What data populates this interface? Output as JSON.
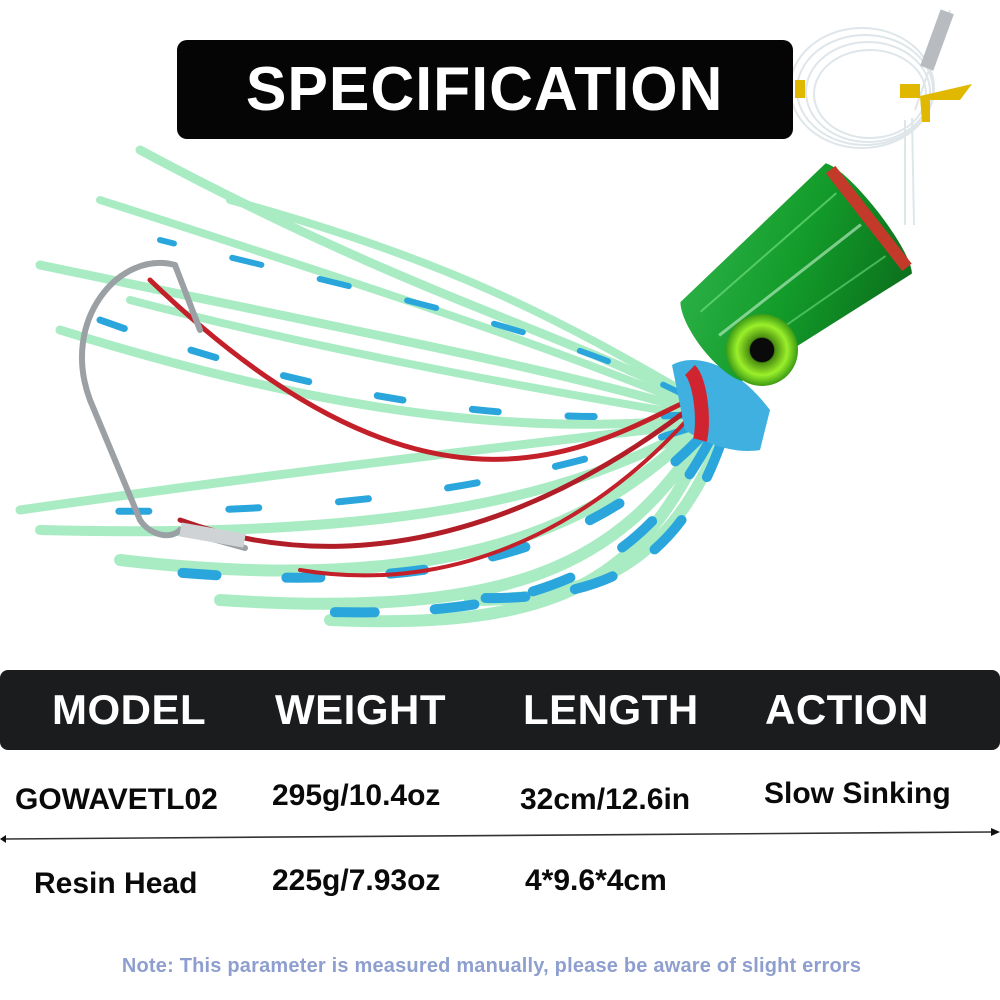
{
  "title": "SPECIFICATION",
  "spec_table": {
    "headers": [
      "MODEL",
      "WEIGHT",
      "LENGTH",
      "ACTION"
    ],
    "rows": [
      [
        "GOWAVETL02",
        "295g/10.4oz",
        "32cm/12.6in",
        "Slow Sinking"
      ],
      [
        "Resin Head",
        "225g/7.93oz",
        "4*9.6*4cm",
        ""
      ]
    ]
  },
  "note": "Note: This parameter is measured manually, please be aware of slight errors",
  "product_image": {
    "subject": "trolling-lure",
    "parts": [
      "green-resin-head-with-eye",
      "blue-red-glow-skirt",
      "stainless-hook",
      "clear-leader-line",
      "crimp-sleeves"
    ]
  },
  "colors": {
    "title_bar_bg": "#050505",
    "header_bar_bg": "#1b1c1e",
    "header_text": "#ffffff",
    "body_text": "#0a0a0a",
    "note_text": "#8e9fcf",
    "resin_green": "#1f9a2e",
    "skirt_glow": "#a9ecc4",
    "skirt_blue": "#2aa6dc",
    "skirt_red": "#c3202a"
  }
}
